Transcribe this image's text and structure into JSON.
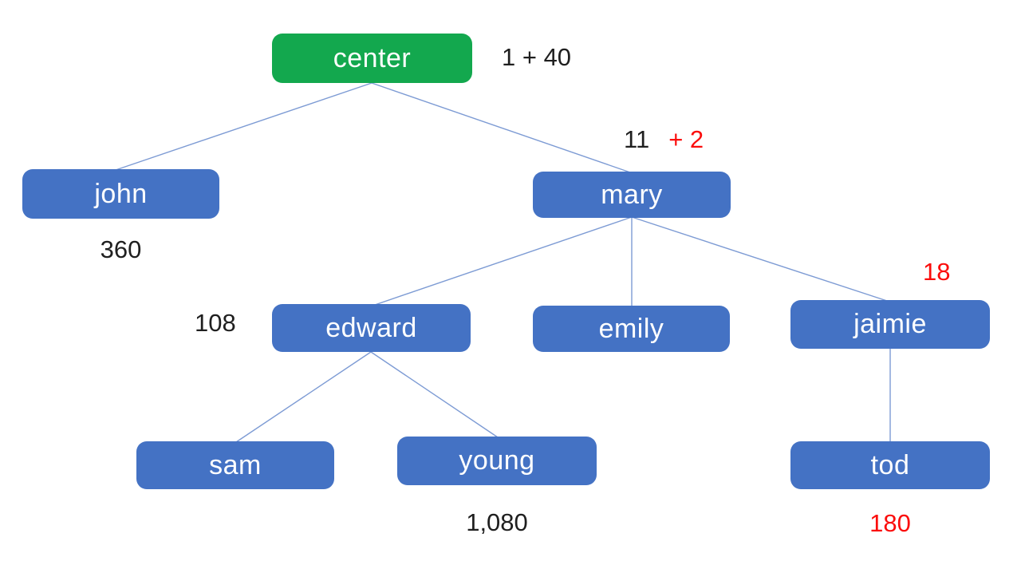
{
  "diagram": {
    "type": "tree",
    "root": "center",
    "edges": [
      [
        "center",
        "john"
      ],
      [
        "center",
        "mary"
      ],
      [
        "mary",
        "edward"
      ],
      [
        "mary",
        "emily"
      ],
      [
        "mary",
        "jaimie"
      ],
      [
        "edward",
        "sam"
      ],
      [
        "edward",
        "young"
      ],
      [
        "jaimie",
        "tod"
      ]
    ]
  },
  "colors": {
    "root_node_green": "#13a84e",
    "child_node_blue": "#4472c4",
    "connector_blue": "#7d9bd4",
    "annotation_black": "#1f1f1f",
    "annotation_red": "#fb0d0c",
    "node_text": "#ffffff",
    "background": "#ffffff"
  },
  "nodes": {
    "center": {
      "label": "center"
    },
    "john": {
      "label": "john"
    },
    "mary": {
      "label": "mary"
    },
    "edward": {
      "label": "edward"
    },
    "emily": {
      "label": "emily"
    },
    "jaimie": {
      "label": "jaimie"
    },
    "sam": {
      "label": "sam"
    },
    "young": {
      "label": "young"
    },
    "tod": {
      "label": "tod"
    }
  },
  "annotations": {
    "center_value": "1 + 40",
    "mary_value_black": "11",
    "mary_value_red": "+ 2",
    "john_value": "360",
    "edward_value": "108",
    "jaimie_value": "18",
    "young_value": "1,080",
    "tod_value": "180"
  }
}
